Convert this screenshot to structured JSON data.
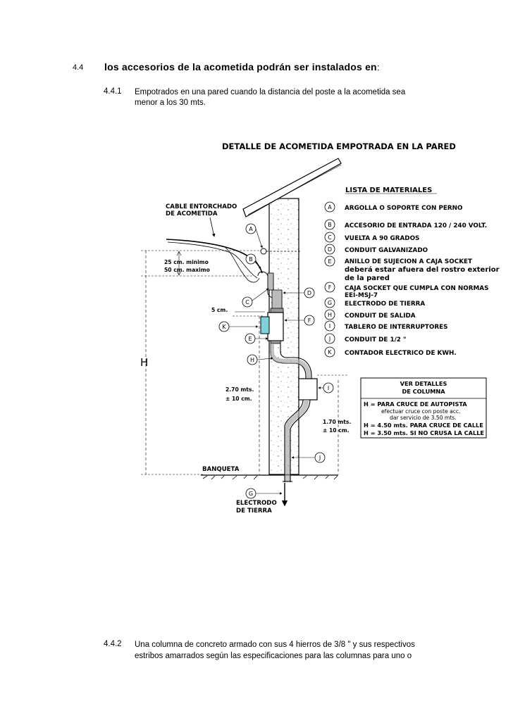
{
  "section": {
    "number": "4.4",
    "title": "los accesorios de la acometida podrán ser instalados en",
    "title_suffix": ":"
  },
  "subsection_1": {
    "number": "4.4.1",
    "line1": "Empotrados en una pared cuando la distancia del poste a la acometida sea",
    "line2": "menor a los 30 mts."
  },
  "diagram": {
    "title": "DETALLE DE ACOMETIDA EMPOTRADA EN LA PARED",
    "cable_label_1": "CABLE ENTORCHADO",
    "cable_label_2": "DE ACOMETIDA",
    "height_note_1": "25 cm. minimo",
    "height_note_2": "50 cm. maximo",
    "offset_label": "5 cm.",
    "big_h": "H",
    "height_270_1": "2.70 mts.",
    "height_270_2": "± 10 cm.",
    "height_170_1": "1.70 mts.",
    "height_170_2": "± 10 cm.",
    "banqueta": "BANQUETA",
    "ground_label_1": "ELECTRODO",
    "ground_label_2": "DE TIERRA",
    "callouts": {
      "A": "A",
      "B": "B",
      "C": "C",
      "D": "D",
      "E": "E",
      "F": "F",
      "G": "G",
      "H": "H",
      "I": "I",
      "J": "J",
      "K": "K"
    }
  },
  "materials": {
    "heading": "LISTA DE MATERIALES",
    "items": [
      {
        "letter": "A",
        "text": "ARGOLLA O SOPORTE CON PERNO"
      },
      {
        "letter": "B",
        "text": "ACCESORIO DE ENTRADA 120 / 240 VOLT."
      },
      {
        "letter": "C",
        "text": "VUELTA A 90 GRADOS"
      },
      {
        "letter": "D",
        "text": "CONDUIT GALVANIZADO"
      },
      {
        "letter": "E",
        "text": "ANILLO DE SUJECION A CAJA SOCKET",
        "text2": "deberá estar afuera del rostro exterior",
        "text3": "de la pared"
      },
      {
        "letter": "F",
        "text": "CAJA SOCKET QUE CUMPLA CON NORMAS",
        "text2": "EEI-MSJ-7"
      },
      {
        "letter": "G",
        "text": "ELECTRODO DE TIERRA"
      },
      {
        "letter": "H",
        "text": "CONDUIT DE SALIDA"
      },
      {
        "letter": "I",
        "text": "TABLERO DE INTERRUPTORES"
      },
      {
        "letter": "J",
        "text": "CONDUIT DE 1/2 \""
      },
      {
        "letter": "K",
        "text": "CONTADOR ELECTRICO DE KWH."
      }
    ]
  },
  "column_box": {
    "heading_1": "VER DETALLES",
    "heading_2": "DE COLUMNA",
    "row1": "H = PARA CRUCE DE AUTOPISTA",
    "row1_sub1": "efectuar cruce con poste acc.",
    "row1_sub2": "dar servicio de 3.50 mts.",
    "row2": "H = 4.50 mts. PARA CRUCE DE CALLE",
    "row3": "H = 3.50 mts. SI NO CRUSA LA CALLE"
  },
  "subsection_2": {
    "number": "4.4.2",
    "line1": "Una columna de concreto armado con sus 4 hierros de 3/8 \" y sus respectivos",
    "line2": "estribos amarrados según las especificaciones para las columnas para uno o"
  }
}
